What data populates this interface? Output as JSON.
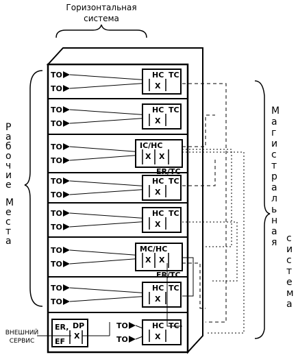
{
  "title_top": [
    "Горизонтальная",
    "система"
  ],
  "title_left": [
    "Рабочие",
    "Места"
  ],
  "title_right": [
    "Магистральная",
    "система"
  ],
  "external_service": [
    "ВНЕШНИЙ",
    "СЕРВИС"
  ],
  "rows": [
    {
      "outlets": [
        "TO",
        "TO"
      ],
      "box": [
        "HC",
        "TC",
        "X"
      ]
    },
    {
      "outlets": [
        "TO",
        "TO"
      ],
      "box": [
        "HC",
        "TC",
        "X"
      ]
    },
    {
      "outlets": [
        "TO",
        "TO"
      ],
      "box": [
        "IC/HC",
        "X",
        "X",
        "ER/TC"
      ]
    },
    {
      "outlets": [
        "TO",
        "TO"
      ],
      "box": [
        "HC",
        "TC",
        "X"
      ]
    },
    {
      "outlets": [
        "TO",
        "TO"
      ],
      "box": [
        "HC",
        "TC",
        "X"
      ]
    },
    {
      "outlets": [
        "TO",
        "TO"
      ],
      "box": [
        "MC/HC",
        "X",
        "X",
        "ER/TC"
      ]
    },
    {
      "outlets": [
        "TO",
        "TO"
      ],
      "box": [
        "HC",
        "TC",
        "X"
      ]
    },
    {
      "outlets": [
        "TO",
        "TO"
      ],
      "box": [
        "HC",
        "TC",
        "X"
      ]
    }
  ],
  "bottom_left_box": [
    "ER,",
    "DP",
    "EF",
    "X"
  ]
}
